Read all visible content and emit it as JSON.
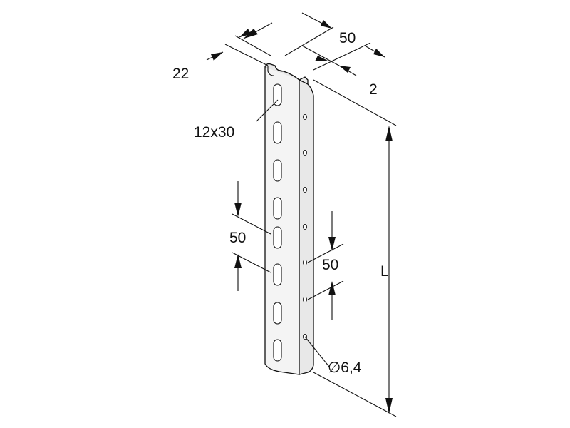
{
  "diagram": {
    "labels": {
      "depth": "22",
      "width": "50",
      "thickness": "2",
      "slot_size": "12x30",
      "slot_pitch": "50",
      "hole_pitch": "50",
      "hole_diameter": "∅6,4",
      "length": "L"
    }
  }
}
